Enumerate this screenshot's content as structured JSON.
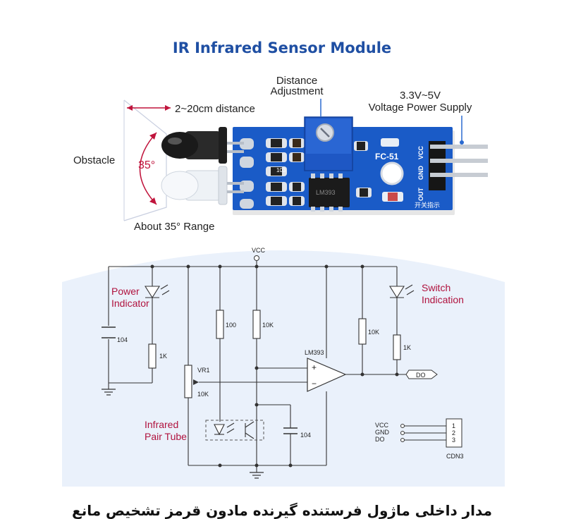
{
  "title": "IR Infrared Sensor Module",
  "photo": {
    "distance_label": "2~20cm distance",
    "adjust_label_1": "Distance",
    "adjust_label_2": "Adjustment",
    "supply_label_1": "3.3V~5V",
    "supply_label_2": "Voltage Power Supply",
    "obstacle_label": "Obstacle",
    "angle_label": "35°",
    "range_label": "About 35° Range",
    "board_name": "FC-51",
    "pin_labels": [
      "OUT",
      "GND",
      "VCC"
    ],
    "chip_label": "LM393",
    "resistor_label": "103",
    "cn_label": "开关指示"
  },
  "schematic": {
    "vcc_top": "VCC",
    "power_indicator_1": "Power",
    "power_indicator_2": "Indicator",
    "switch_indication_1": "Switch",
    "switch_indication_2": "Indication",
    "infrared_1": "Infrared",
    "infrared_2": "Pair Tube",
    "cap_104": "104",
    "r_1k_left": "1K",
    "r_100": "100",
    "r_10k_mid": "10K",
    "vr1": "VR1",
    "vr1_value": "10K",
    "comparator": "LM393",
    "plus": "+",
    "minus": "−",
    "r_10k_right": "10K",
    "r_1k_right": "1K",
    "do_tag": "DO",
    "cap_104_bottom": "104",
    "pins": [
      "VCC",
      "GND",
      "DO"
    ],
    "pin_numbers": [
      "1",
      "2",
      "3"
    ],
    "connector": "CDN3"
  },
  "colors": {
    "title": "#1f4fa3",
    "annotation": "#b0123e",
    "board": "#1a5bc7",
    "panel": "#eaf1fb"
  },
  "footer": "مدار داخلی ماژول فرستنده گیرنده مادون قرمز تشخیص مانع"
}
